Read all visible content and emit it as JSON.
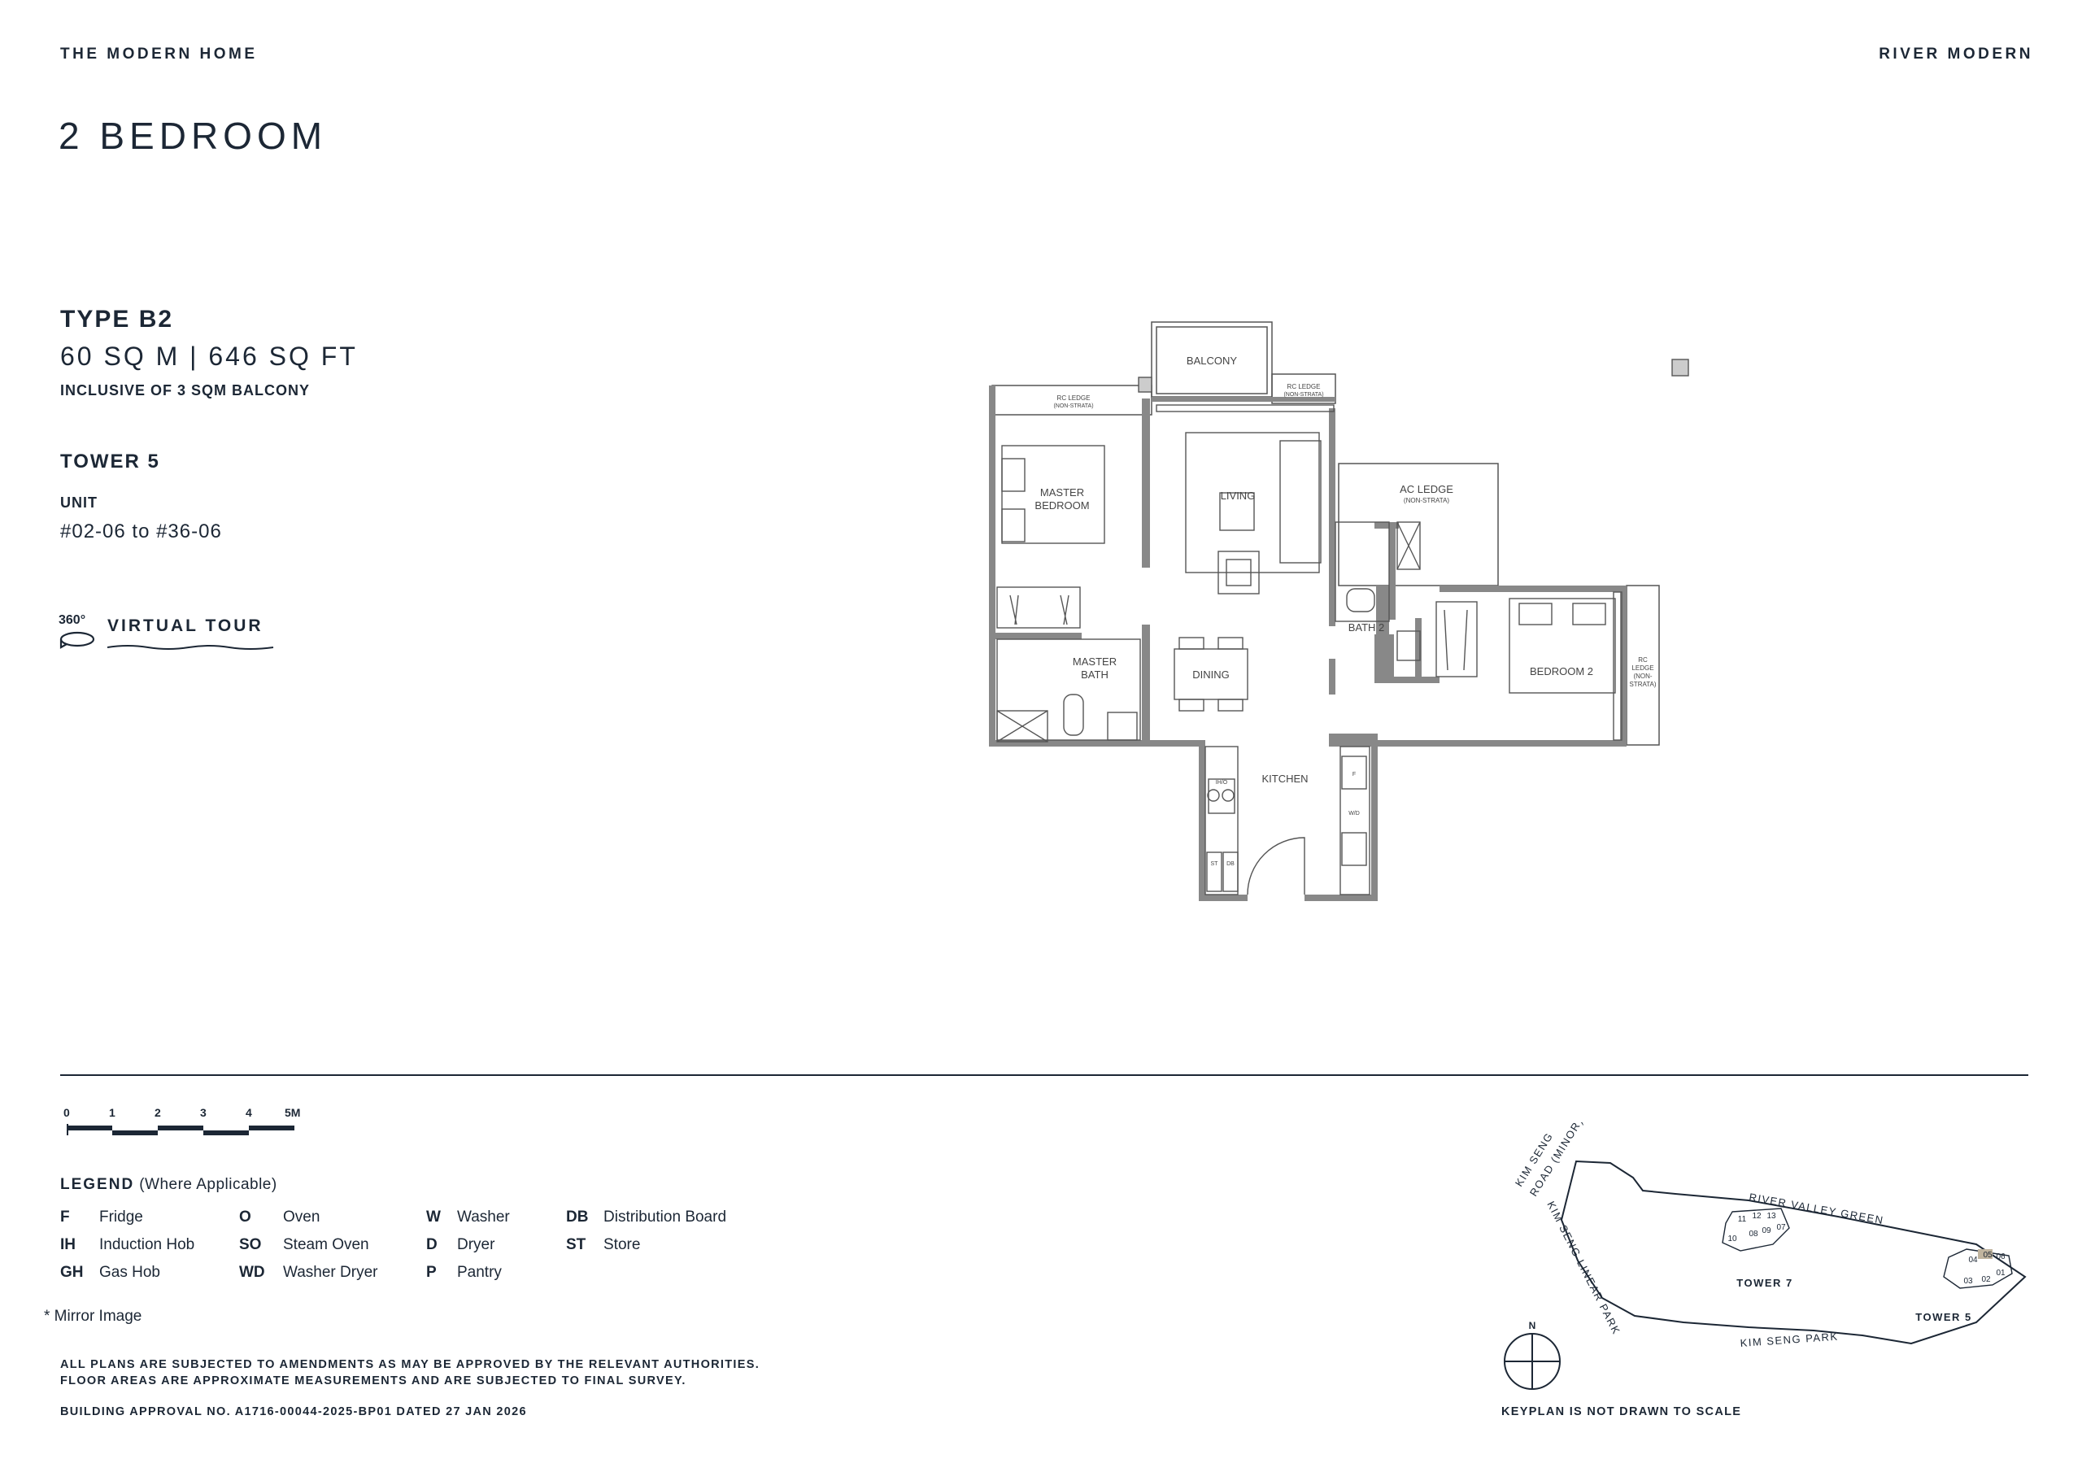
{
  "header": {
    "brand_left": "THE MODERN HOME",
    "brand_right": "RIVER MODERN",
    "page_title": "2 BEDROOM"
  },
  "unit_info": {
    "type": "TYPE B2",
    "area": "60 SQ M | 646 SQ FT",
    "balcony_note": "INCLUSIVE OF 3 SQM BALCONY",
    "tower": "TOWER 5",
    "unit_label": "UNIT",
    "unit_range": "#02-06 to #36-06"
  },
  "virtual_tour": {
    "badge": "360°",
    "label": "VIRTUAL TOUR"
  },
  "floor_plan": {
    "rooms": {
      "balcony": "BALCONY",
      "rc_ledge_1": "RC LEDGE",
      "rc_ledge_1_sub": "(NON-STRATA)",
      "rc_ledge_2": "RC LEDGE",
      "rc_ledge_2_sub": "(NON-STRATA)",
      "master_bedroom_1": "MASTER",
      "master_bedroom_2": "BEDROOM",
      "living": "LIVING",
      "ac_ledge": "AC LEDGE",
      "ac_ledge_sub": "(NON-STRATA)",
      "bath2": "BATH 2",
      "bedroom2": "BEDROOM 2",
      "rc_ledge_3a": "RC",
      "rc_ledge_3b": "LEDGE",
      "rc_ledge_3c": "(NON-",
      "rc_ledge_3d": "STRATA)",
      "master_bath_1": "MASTER",
      "master_bath_2": "BATH",
      "dining": "DINING",
      "kitchen": "KITCHEN",
      "ih": "IH/O",
      "st": "ST",
      "db": "DB",
      "fridge": "F",
      "wd": "W/D"
    }
  },
  "scale_bar": {
    "ticks": [
      "0",
      "1",
      "2",
      "3",
      "4",
      "5M"
    ]
  },
  "legend": {
    "title": "LEGEND",
    "subtitle": "(Where Applicable)",
    "items": [
      {
        "code": "F",
        "desc": "Fridge"
      },
      {
        "code": "IH",
        "desc": "Induction Hob"
      },
      {
        "code": "GH",
        "desc": "Gas Hob"
      },
      {
        "code": "O",
        "desc": "Oven"
      },
      {
        "code": "SO",
        "desc": "Steam Oven"
      },
      {
        "code": "WD",
        "desc": "Washer Dryer"
      },
      {
        "code": "W",
        "desc": "Washer"
      },
      {
        "code": "D",
        "desc": "Dryer"
      },
      {
        "code": "P",
        "desc": "Pantry"
      },
      {
        "code": "DB",
        "desc": "Distribution Board"
      },
      {
        "code": "ST",
        "desc": "Store"
      }
    ],
    "mirror_note": "* Mirror Image"
  },
  "footer": {
    "disclaimer_1": "ALL PLANS ARE SUBJECTED TO AMENDMENTS AS MAY BE APPROVED BY THE RELEVANT AUTHORITIES.",
    "disclaimer_2": "FLOOR AREAS ARE APPROXIMATE MEASUREMENTS AND ARE SUBJECTED TO FINAL SURVEY.",
    "approval": "BUILDING APPROVAL NO. A1716-00044-2025-BP01 DATED 27 JAN 2026",
    "keyplan_note": "KEYPLAN IS NOT DRAWN TO SCALE"
  },
  "keyplan": {
    "road_1a": "KIM SENG",
    "road_1b": "ROAD (MINOR)",
    "road_2": "RIVER VALLEY GREEN",
    "road_3": "KIM SENG LINEAR PARK",
    "road_4": "KIM SENG PARK",
    "tower_7": "TOWER 7",
    "tower_5": "TOWER 5",
    "north": "N",
    "units_t7": [
      "11",
      "12",
      "13",
      "08",
      "09",
      "07",
      "10"
    ],
    "units_t5": [
      "04",
      "05",
      "06",
      "01",
      "03",
      "02"
    ]
  }
}
